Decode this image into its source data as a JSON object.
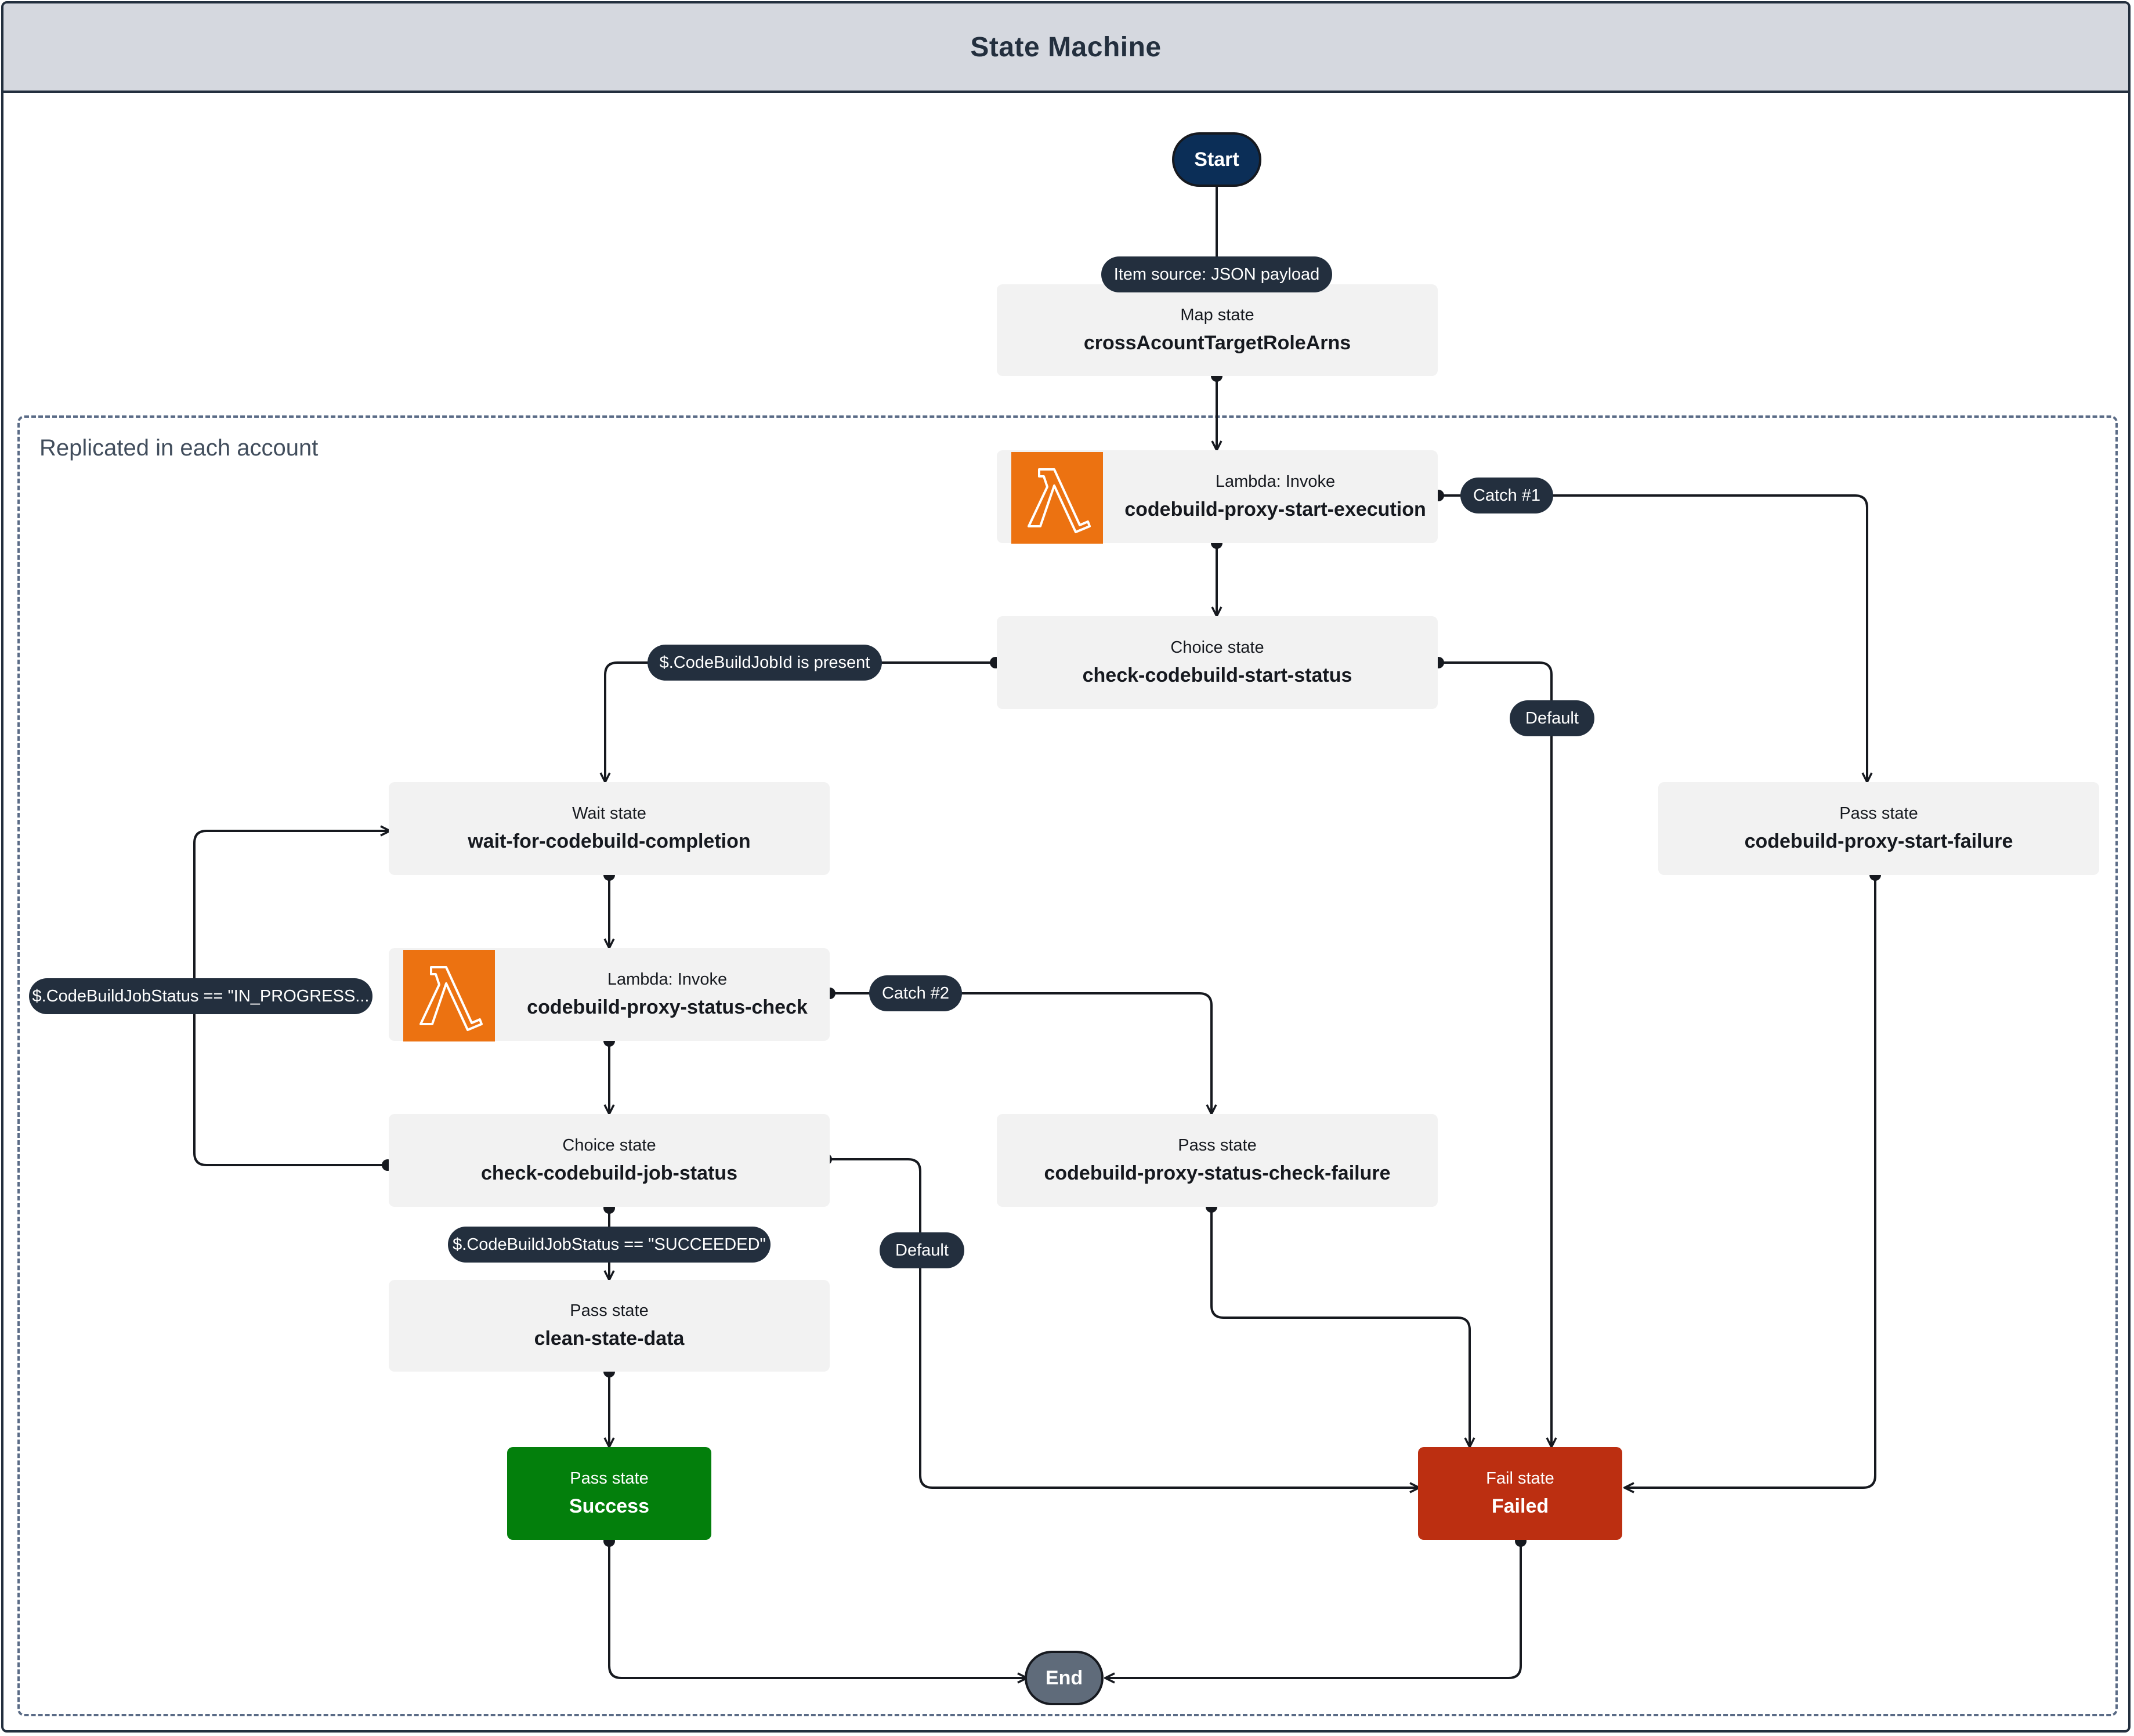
{
  "title": "State Machine",
  "group_label": "Replicated in each account",
  "terminals": {
    "start": "Start",
    "end": "End"
  },
  "states": {
    "map": {
      "kind": "Map state",
      "name": "crossAcountTargetRoleArns"
    },
    "start_exec": {
      "kind": "Lambda: Invoke",
      "name": "codebuild-proxy-start-execution",
      "icon": "lambda-icon"
    },
    "check_start": {
      "kind": "Choice state",
      "name": "check-codebuild-start-status"
    },
    "wait": {
      "kind": "Wait state",
      "name": "wait-for-codebuild-completion"
    },
    "status_check": {
      "kind": "Lambda: Invoke",
      "name": "codebuild-proxy-status-check",
      "icon": "lambda-icon"
    },
    "check_job": {
      "kind": "Choice state",
      "name": "check-codebuild-job-status"
    },
    "clean": {
      "kind": "Pass state",
      "name": "clean-state-data"
    },
    "success": {
      "kind": "Pass state",
      "name": "Success"
    },
    "start_failure": {
      "kind": "Pass state",
      "name": "codebuild-proxy-start-failure"
    },
    "status_failure": {
      "kind": "Pass state",
      "name": "codebuild-proxy-status-check-failure"
    },
    "failed": {
      "kind": "Fail state",
      "name": "Failed"
    }
  },
  "edge_labels": {
    "item_source": "Item source: JSON payload",
    "catch1": "Catch #1",
    "catch2": "Catch #2",
    "jobid_present": "$.CodeBuildJobId is present",
    "default1": "Default",
    "default2": "Default",
    "in_progress": "$.CodeBuildJobStatus == \"IN_PROGRESS...",
    "succeeded": "$.CodeBuildJobStatus == \"SUCCEEDED\""
  },
  "colors": {
    "start": "#0b2e57",
    "end": "#5f6b7a",
    "success": "#037f0c",
    "failed": "#bc2f11",
    "lambda": "#ec7211",
    "label_pill": "#232f3e",
    "state_bg": "#f2f2f2",
    "titlebar": "#d5d8df"
  }
}
